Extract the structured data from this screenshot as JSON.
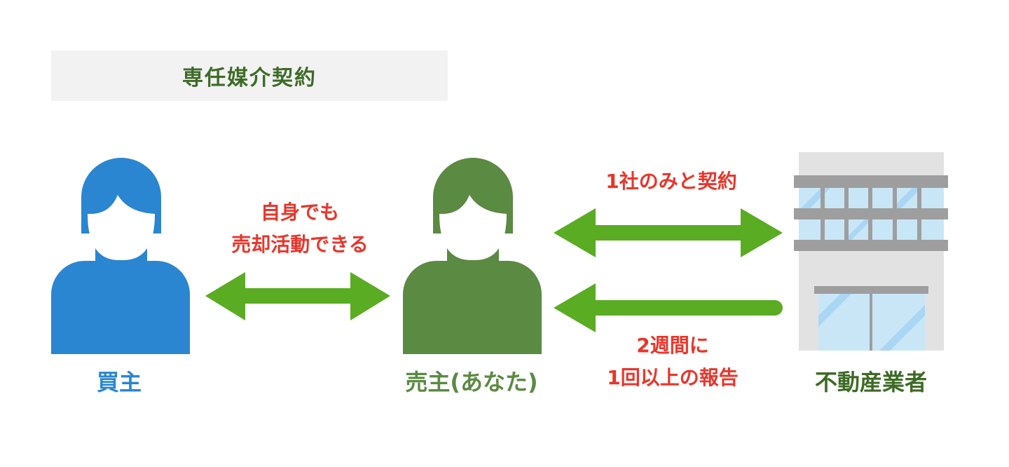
{
  "title": "専任媒介契約",
  "buyer": {
    "label": "買主",
    "color": "#2a86d0"
  },
  "seller": {
    "label": "売主(あなた)",
    "color": "#5b8a43"
  },
  "agent": {
    "label": "不動産業者",
    "color": "#3d6b26"
  },
  "buyer_seller_note": {
    "line1": "自身でも",
    "line2": "売却活動できる"
  },
  "contract_note": "1社のみと契約",
  "report_note": {
    "line1": "2週間に",
    "line2": "1回以上の報告"
  },
  "colors": {
    "arrow": "#5aac23",
    "note": "#e8362c"
  }
}
